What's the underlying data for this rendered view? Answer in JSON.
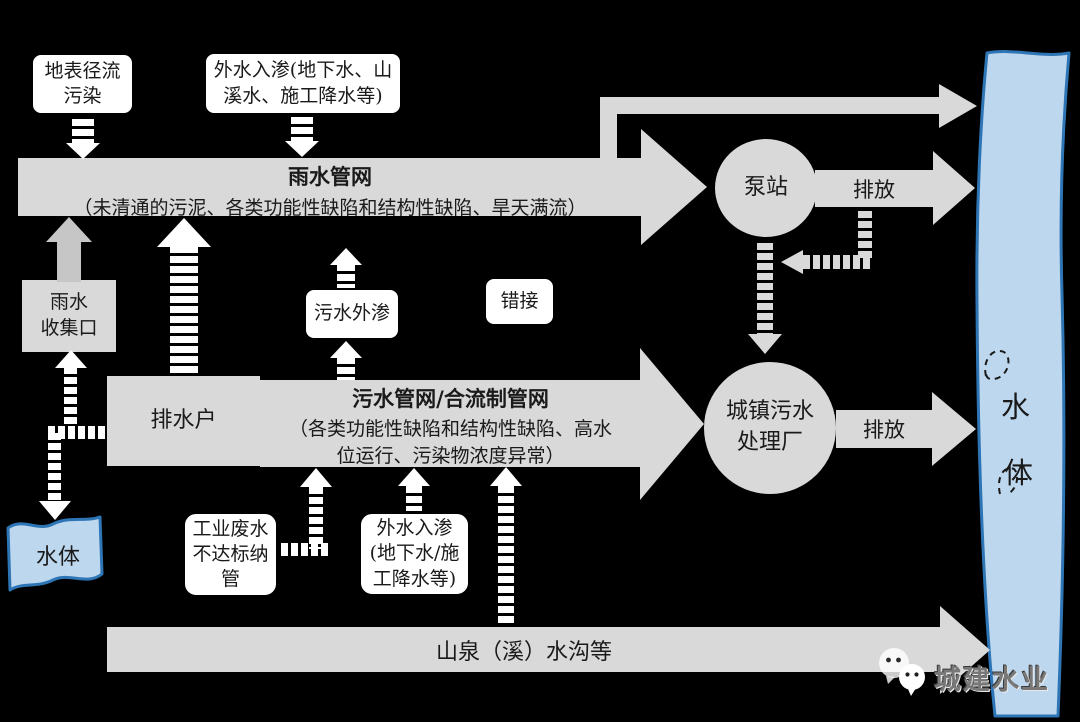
{
  "colors": {
    "background": "#000000",
    "arrow_gray": "#d9d9d9",
    "solid_arrow_gray": "#c6c6c6",
    "box_gray": "#d9d9d9",
    "water_fill": "#bdd7ee",
    "water_stroke": "#2e75b6",
    "text": "#1a1a1a",
    "watermark_gray": "#787878"
  },
  "boxes": {
    "surface_runoff": {
      "line1": "地表径流",
      "line2": "污染"
    },
    "infiltration_top": {
      "line1": "外水入渗(地下水、山",
      "line2": "溪水、施工降水等)"
    },
    "rain_collect": {
      "line1": "雨水",
      "line2": "收集口"
    },
    "sewage_leak": {
      "label": "污水外渗"
    },
    "wrong_connect": {
      "label": "错接"
    },
    "drain_user": {
      "label": "排水户"
    },
    "industrial": {
      "line1": "工业废水",
      "line2": "不达标纳",
      "line3": "管"
    },
    "infiltration_bottom": {
      "line1": "外水入渗",
      "line2": "(地下水/施",
      "line3": "工降水等)"
    }
  },
  "pipes": {
    "rain_pipe": {
      "title": "雨水管网",
      "subtitle": "（未清通的污泥、各类功能性缺陷和结构性缺陷、旱天满流）"
    },
    "sewage_pipe": {
      "title": "污水管网/合流制管网",
      "subtitle_line1": "（各类功能性缺陷和结构性缺陷、高水",
      "subtitle_line2": "位运行、污染物浓度异常）"
    },
    "mountain_ditch": {
      "label": "山泉（溪）水沟等"
    }
  },
  "nodes": {
    "pump_station": {
      "label": "泵站"
    },
    "treatment_plant": {
      "line1": "城镇污水",
      "line2": "处理厂"
    }
  },
  "labels": {
    "discharge_top": "排放",
    "discharge_bottom": "排放"
  },
  "water": {
    "left_flag_label": "水体",
    "right_char1": "水",
    "right_char2": "体"
  },
  "watermark": {
    "icon": "wechat-icon",
    "label": "城建水业"
  }
}
